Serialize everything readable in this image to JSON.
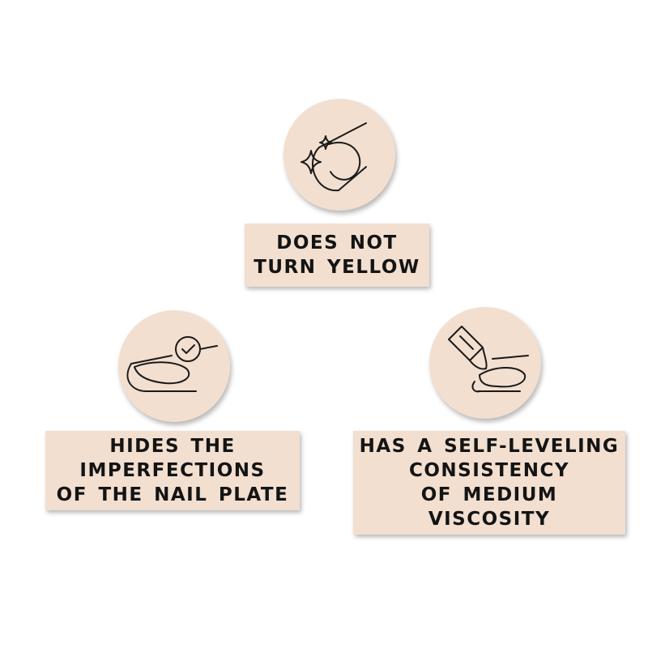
{
  "colors": {
    "badge_fill": "#f2dfd0",
    "ink": "#141414",
    "background": "#ffffff"
  },
  "features": [
    {
      "icon": "sparkle-nail-icon",
      "lines": [
        "DOES NOT",
        "TURN YELLOW"
      ]
    },
    {
      "icon": "nail-check-icon",
      "lines": [
        "HIDES THE",
        "IMPERFECTIONS",
        "OF THE NAIL PLATE"
      ]
    },
    {
      "icon": "brush-nail-icon",
      "lines": [
        "HAS A SELF-LEVELING",
        "CONSISTENCY",
        "OF MEDIUM",
        "VISCOSITY"
      ]
    }
  ]
}
